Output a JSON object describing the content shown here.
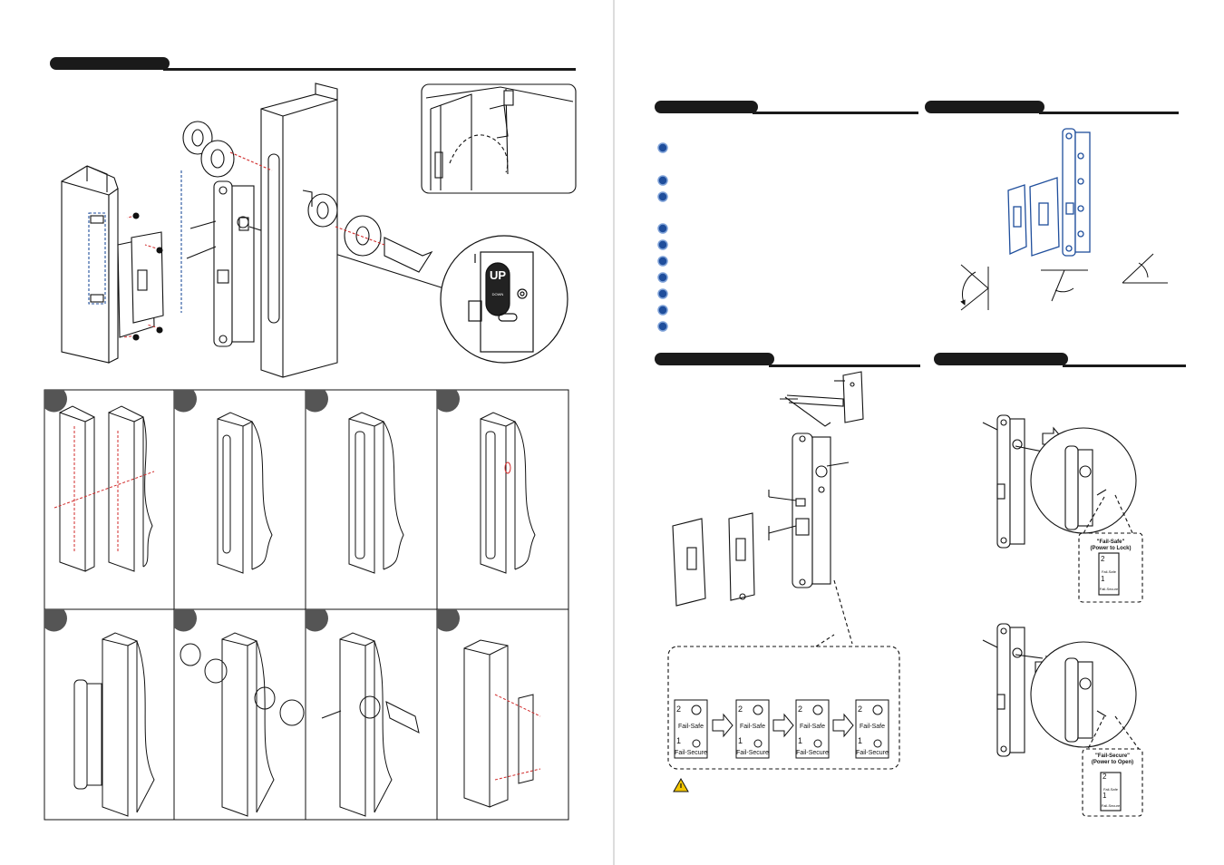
{
  "colors": {
    "accent_blue": "#1f4e9c",
    "dark_bar": "#1a1a1a",
    "guide_red": "#d12b2b",
    "warning_yellow": "#f2c500"
  },
  "icons": {
    "warning": "warning-triangle-icon",
    "arrow": "arrow-right-icon"
  },
  "strip": {
    "labels": [
      {
        "top": "2",
        "upper": "Fail-Safe",
        "lower": "Fail-Secure",
        "first": "1"
      },
      {
        "top": "2",
        "upper": "Fail-Safe",
        "lower": "Fail-Secure",
        "first": "1"
      },
      {
        "top": "2",
        "upper": "Fail-Safe",
        "lower": "Fail-Secure",
        "first": "1"
      },
      {
        "top": "2",
        "upper": "Fail-Safe",
        "lower": "Fail-Secure",
        "first": "1"
      }
    ]
  },
  "modes": {
    "safe": {
      "title": "\"Fail-Safe\"",
      "sub": "(Power to Lock)",
      "top": "2",
      "upper": "Fail-Safe",
      "first": "1",
      "lower": "Fail-Secure"
    },
    "secure": {
      "title": "\"Fail-Secure\"",
      "sub": "(Power to Open)",
      "top": "2",
      "upper": "Fail-Safe",
      "first": "1",
      "lower": "Fail-Secure"
    }
  },
  "zoom": {
    "up": "UP",
    "sub": "DOWN"
  }
}
